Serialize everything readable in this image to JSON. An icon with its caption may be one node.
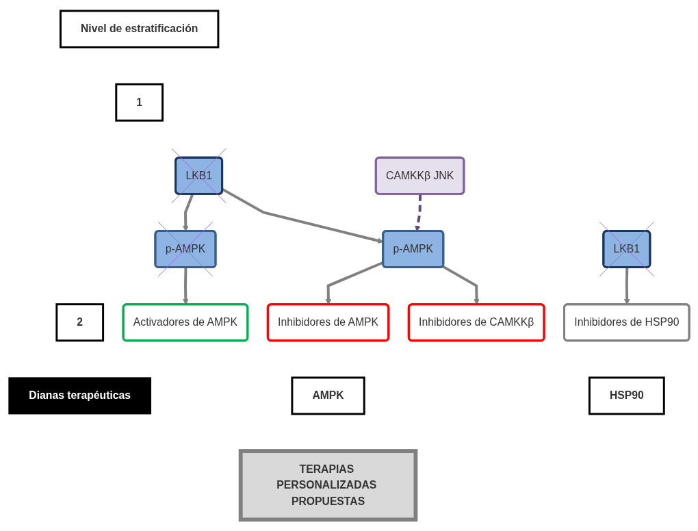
{
  "diagram": {
    "nodes": [
      {
        "text": [
          "Nivel de estratificación"
        ]
      },
      {
        "text": [
          "1"
        ]
      },
      {
        "text": [
          "2"
        ]
      },
      {
        "text": [
          "LKB1"
        ]
      },
      {
        "text": [
          "CAMKKβ JNK"
        ]
      },
      {
        "text": [
          "LKB1"
        ]
      },
      {
        "text": [
          "p-AMPK"
        ]
      },
      {
        "text": [
          "p-AMPK"
        ]
      },
      {
        "text": [
          "Activadores de AMPK"
        ]
      },
      {
        "text": [
          "Inhibidores de AMPK"
        ]
      },
      {
        "text": [
          "Inhibidores de CAMKKβ"
        ]
      },
      {
        "text": [
          "Inhibidores de HSP90"
        ]
      },
      {
        "text": [
          "Dianas terapéuticas"
        ]
      },
      {
        "text": [
          "AMPK"
        ]
      },
      {
        "text": [
          "HSP90"
        ]
      },
      {
        "text": [
          "TERAPIAS PERSONALIZADAS PROPUESTAS"
        ]
      }
    ],
    "edges": [
      {
        "from": 3,
        "to": 6,
        "arrow": "to"
      },
      {
        "from": 3,
        "to": 7,
        "arrow": "to"
      },
      {
        "from": 4,
        "to": 7,
        "arrow": "to",
        "style": "dashed",
        "color": "#5f497a"
      },
      {
        "from": 5,
        "to": 11,
        "arrow": "to"
      },
      {
        "from": 6,
        "to": 8,
        "arrow": "to"
      },
      {
        "from": 7,
        "to": 9,
        "arrow": "to"
      },
      {
        "from": 7,
        "to": 10,
        "arrow": "to"
      }
    ]
  }
}
